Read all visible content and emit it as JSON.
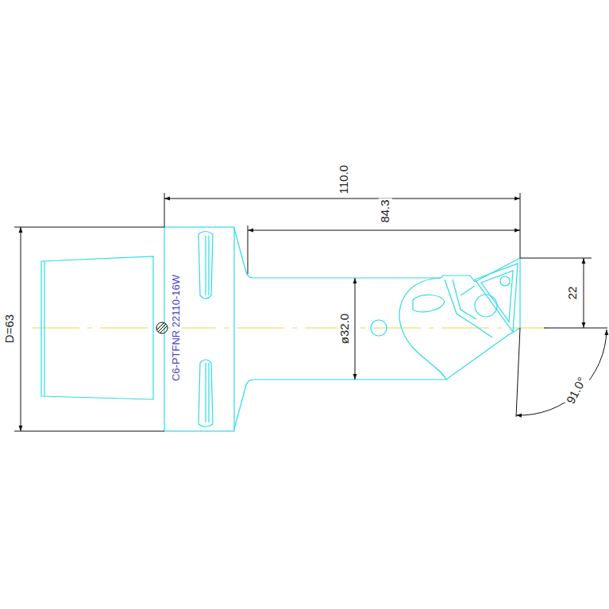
{
  "diagram": {
    "labels": [
      "110.0",
      "84.3",
      "22",
      "D=63",
      "ø32.0",
      "91.0°",
      "C6-PTFNR 22110-16W"
    ]
  }
}
